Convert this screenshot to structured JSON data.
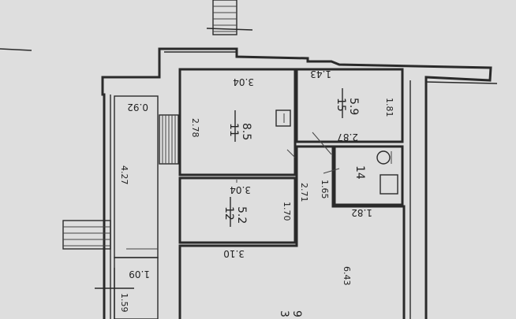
{
  "plan": {
    "rooms": [
      {
        "number": "11",
        "area": "8.5"
      },
      {
        "number": "12",
        "area": "5.2"
      },
      {
        "number": "14",
        "area": ""
      },
      {
        "number": "15",
        "area": "5.9"
      }
    ],
    "partial_labels": [
      "3",
      "9"
    ],
    "dimensions": {
      "d_304_top": "3.04",
      "d_304_mid": "3.04",
      "d_310": "3.10",
      "d_278": "2.78",
      "d_271": "2.71",
      "d_170": "1.70",
      "d_427": "4.27",
      "d_092": "0.92",
      "d_109": "1.09",
      "d_159": "1.59",
      "d_143": "1.43",
      "d_287": "2.87",
      "d_181": "1.81",
      "d_165": "1.65",
      "d_182": "1.82",
      "d_643": "6.43"
    }
  }
}
